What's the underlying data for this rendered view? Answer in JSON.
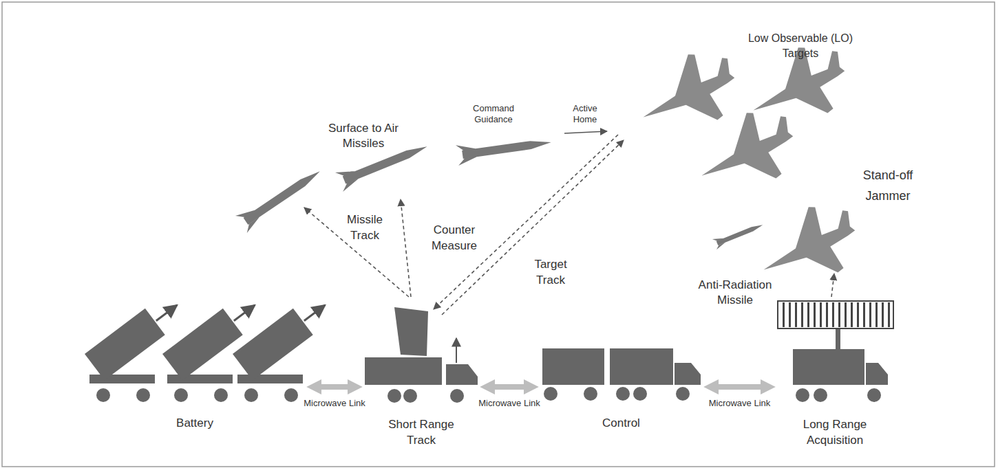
{
  "diagram": {
    "nodes": [
      {
        "text": [
          "Battery"
        ]
      },
      {
        "text": [
          "Short Range Track"
        ]
      },
      {
        "text": [
          "Control"
        ]
      },
      {
        "text": [
          "Long Range Acquisition"
        ]
      }
    ],
    "edges": [
      {
        "from": 0,
        "to": 1,
        "arrow": "both",
        "label": "Microwave Link"
      },
      {
        "from": 1,
        "to": 2,
        "arrow": "both",
        "label": "Microwave Link"
      },
      {
        "from": 2,
        "to": 3,
        "arrow": "both",
        "label": "Microwave Link"
      }
    ],
    "labels": [
      "Low Observable (LO) Targets",
      "Surface to Air Missiles",
      "Command Guidance",
      "Active Home",
      "Missile Track",
      "Counter Measure",
      "Target Track",
      "Stand-off Jammer",
      "Anti-Radiation Missile"
    ]
  }
}
